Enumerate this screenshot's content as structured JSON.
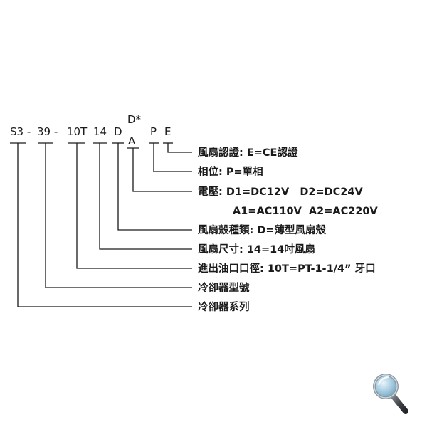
{
  "code": {
    "series": "S3 -",
    "model": "39 -",
    "port": "10T",
    "size": "14",
    "housing": "D",
    "voltage_top": "D*",
    "voltage_bottom": "A",
    "phase": "P",
    "cert": "E"
  },
  "descriptions": {
    "cert": "風扇認證: E=CE認證",
    "phase": "相位: P=單相",
    "voltage_line1": "電壓: D1=DC12V   D2=DC24V",
    "voltage_line2": "A1=AC110V  A2=AC220V",
    "housing": "風扇殼種類: D=薄型風扇殼",
    "size": "風扇尺寸: 14=14吋風扇",
    "port": "進出油口口徑: 10T=PT-1-1/4” 牙口",
    "model": "冷卻器型號",
    "series": "冷卻器系列"
  },
  "icons": {
    "zoom": "magnifier-icon"
  },
  "colors": {
    "text": "#1a1a1a",
    "magnifier_lens": "#9fc6dc",
    "magnifier_ring": "#8a9aa5"
  }
}
